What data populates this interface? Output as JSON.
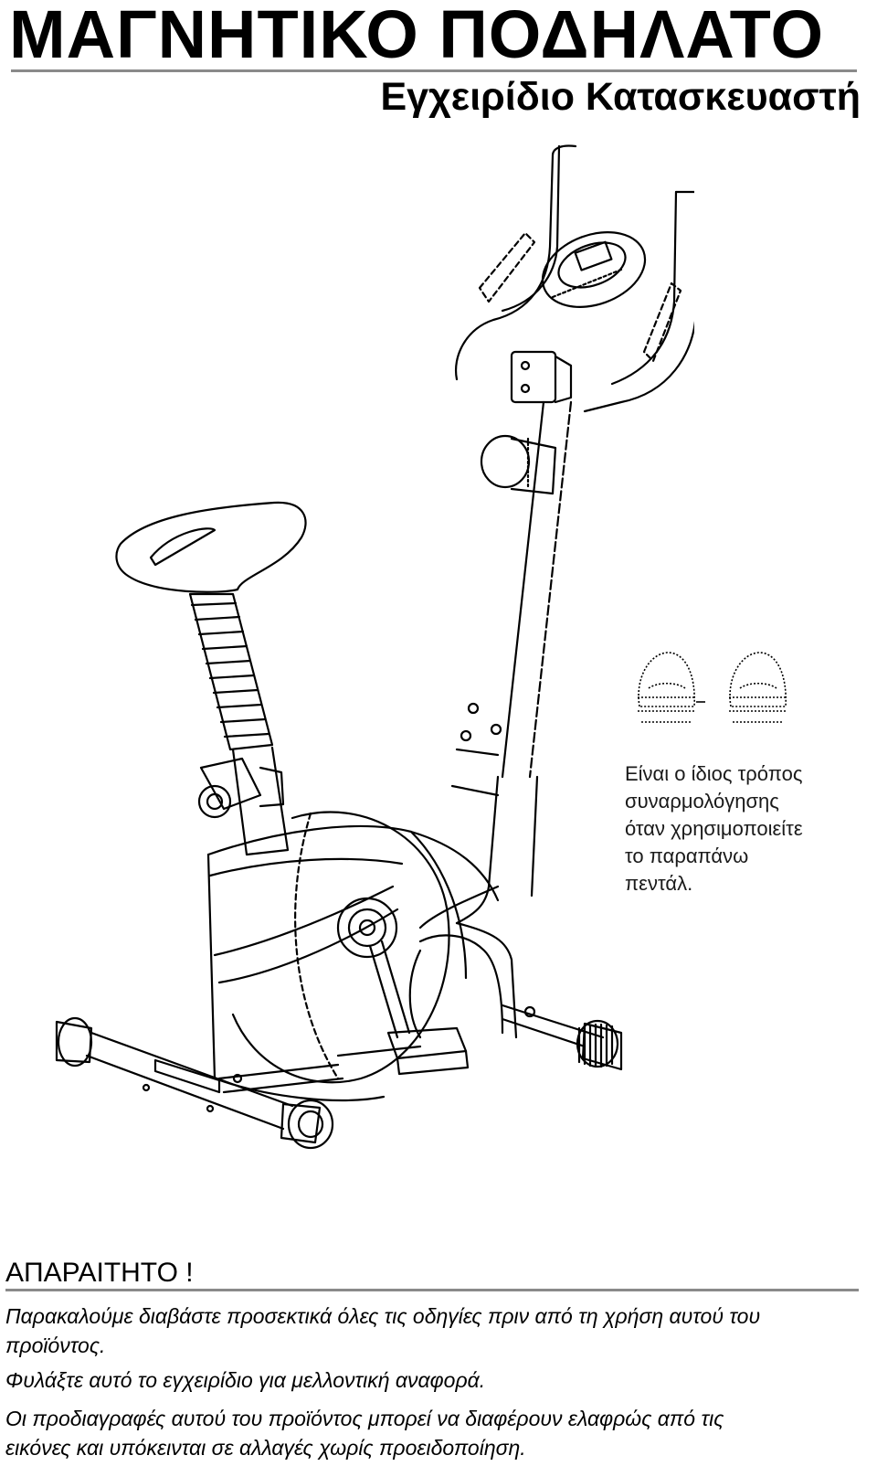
{
  "header": {
    "title": "ΜΑΓΝΗΤΙΚΟ ΠΟΔΗΛΑΤΟ",
    "subtitle": "Εγχειρίδιο Κατασκευαστή"
  },
  "illustration": {
    "subject": "exercise-bike-line-drawing",
    "pedal_note_lines": [
      "Είναι ο ίδιος τρόπος",
      "συναρμολόγησης",
      "όταν χρησιμοποιείτε",
      "το παραπάνω",
      "πεντάλ."
    ]
  },
  "notice": {
    "heading": "ΑΠΑΡΑΙΤΗΤΟ !",
    "read_lines": [
      "Παρακαλούμε διαβάστε προσεκτικά όλες τις οδηγίες πριν από τη χρήση αυτού του",
      "προϊόντος."
    ],
    "keep_line": "Φυλάξτε αυτό το εγχειρίδιο για μελλοντική αναφορά.",
    "spec_lines": [
      "Οι προδιαγραφές αυτού του προϊόντος μπορεί να διαφέρουν ελαφρώς από τις",
      "εικόνες και υπόκεινται σε αλλαγές χωρίς προειδοποίηση."
    ]
  },
  "colors": {
    "rule": "#8a8a8a",
    "text": "#000000",
    "background": "#ffffff"
  }
}
